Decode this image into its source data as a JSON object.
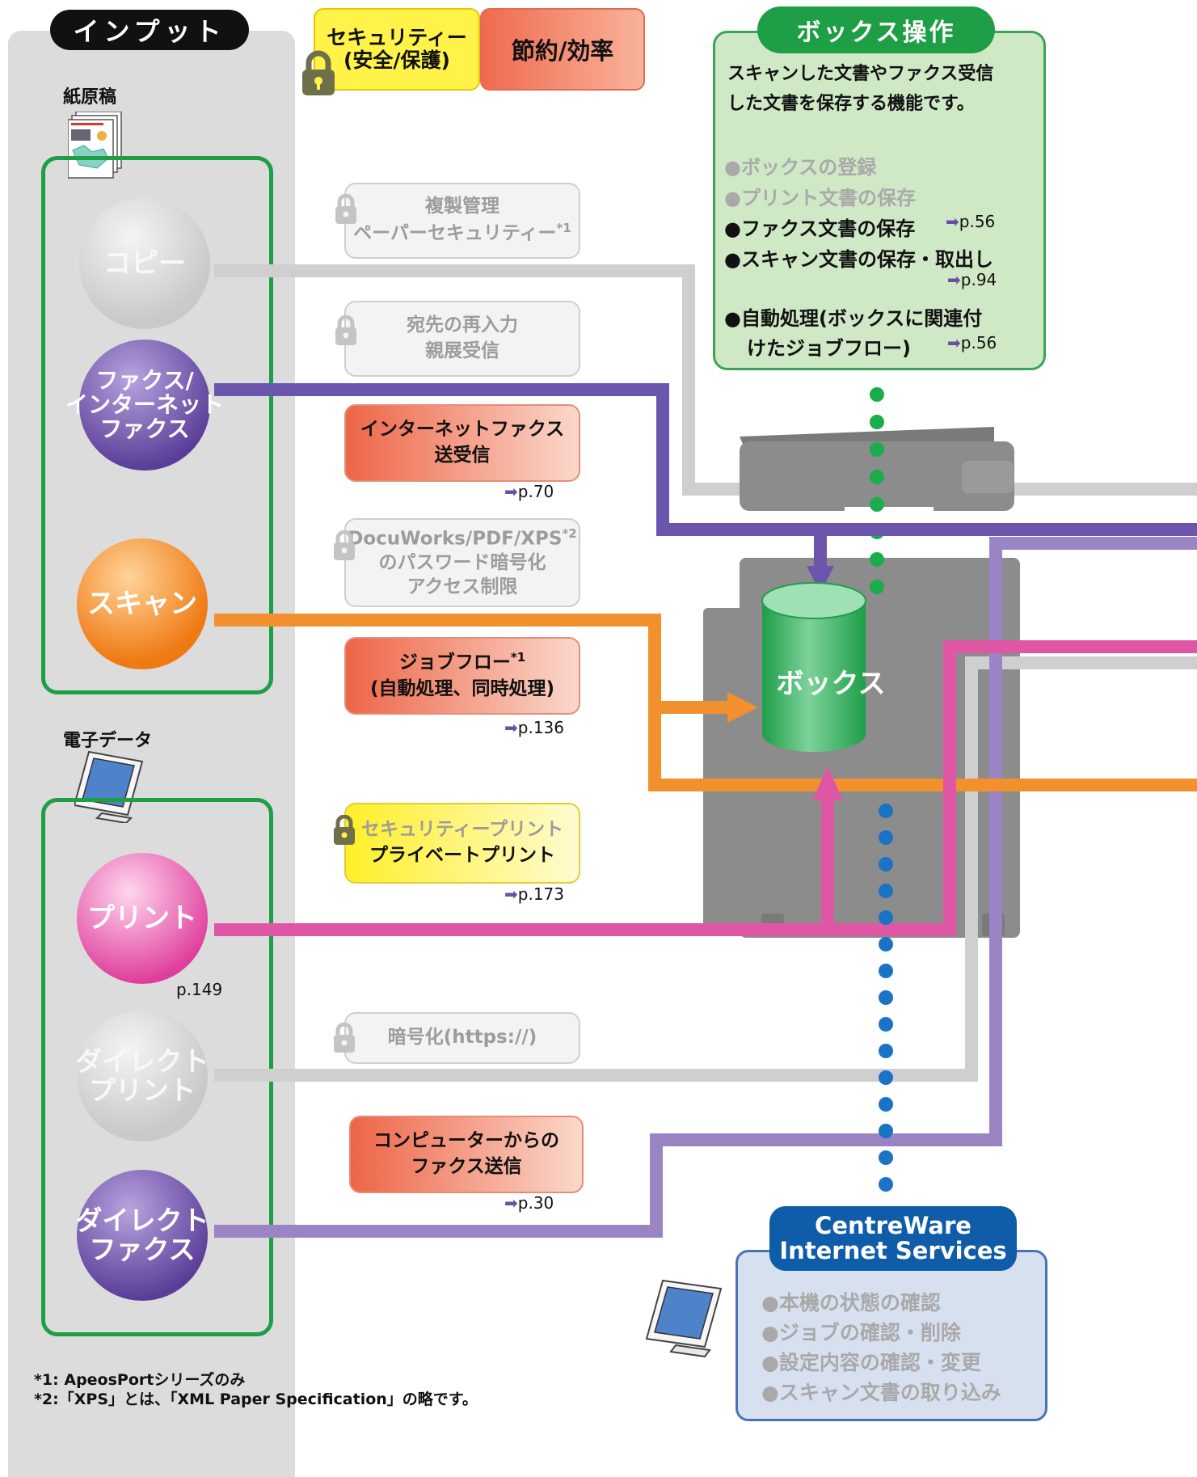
{
  "header": {
    "input_label": "インプット"
  },
  "legend": {
    "security_line1": "セキュリティー",
    "security_line2": "(安全/保護)",
    "efficiency": "節約/効率"
  },
  "sections": {
    "paper": "紙原稿",
    "electronic": "電子データ"
  },
  "inputs": {
    "copy": "コピー",
    "fax_line1": "ファクス/",
    "fax_line2": "インターネット",
    "fax_line3": "ファクス",
    "scan": "スキャン",
    "print": "プリント",
    "print_page": "p.149",
    "direct_print_line1": "ダイレクト",
    "direct_print_line2": "プリント",
    "direct_fax_line1": "ダイレクト",
    "direct_fax_line2": "ファクス"
  },
  "features": {
    "dup_mgmt_line1": "複製管理",
    "dup_mgmt_line2": "ペーパーセキュリティー",
    "dup_mgmt_note": "*1",
    "reentry_line1": "宛先の再入力",
    "reentry_line2": "親展受信",
    "ifax_line1": "インターネットファクス",
    "ifax_line2": "送受信",
    "ifax_page": "p.70",
    "pdf_line1": "DocuWorks/PDF/XPS",
    "pdf_note": "*2",
    "pdf_line2": "のパスワード暗号化",
    "pdf_line3": "アクセス制限",
    "jobflow_line1": "ジョブフロー",
    "jobflow_note": "*1",
    "jobflow_line2": "(自動処理、同時処理)",
    "jobflow_page": "p.136",
    "secprint_line1": "セキュリティープリント",
    "secprint_line2": "プライベートプリント",
    "secprint_page": "p.173",
    "https": "暗号化(https://)",
    "pcfax_line1": "コンピューターからの",
    "pcfax_line2": "ファクス送信",
    "pcfax_page": "p.30"
  },
  "box_ops": {
    "title": "ボックス操作",
    "desc_line1": "スキャンした文書やファクス受信",
    "desc_line2": "した文書を保存する機能です。",
    "items": [
      {
        "text": "●ボックスの登録",
        "active": false
      },
      {
        "text": "●プリント文書の保存",
        "active": false
      },
      {
        "text": "●ファクス文書の保存",
        "active": true,
        "page": "p.56"
      },
      {
        "text": "●スキャン文書の保存・取出し",
        "active": true,
        "page": "p.94"
      },
      {
        "text": "●自動処理(ボックスに関連付",
        "active": true
      },
      {
        "text": "けたジョブフロー)",
        "active": true,
        "page": "p.56"
      }
    ]
  },
  "box_label": "ボックス",
  "centreware": {
    "title_line1": "CentreWare",
    "title_line2": "Internet Services",
    "items": [
      "●本機の状態の確認",
      "●ジョブの確認・削除",
      "●設定内容の確認・変更",
      "●スキャン文書の取り込み"
    ]
  },
  "footnotes": {
    "note1": "*1: ApeosPortシリーズのみ",
    "note2": "*2:「XPS」とは、「XML Paper Specification」の略です。"
  },
  "colors": {
    "fax_purple": "#6c56ad",
    "direct_fax_purple": "#9a84c4",
    "scan_orange": "#f2902e",
    "print_pink": "#df56a4",
    "copy_gray": "#cfcfcf",
    "box_green": "#1e9e45",
    "dot_green": "#19ad4b",
    "dot_blue": "#1b73c6"
  }
}
